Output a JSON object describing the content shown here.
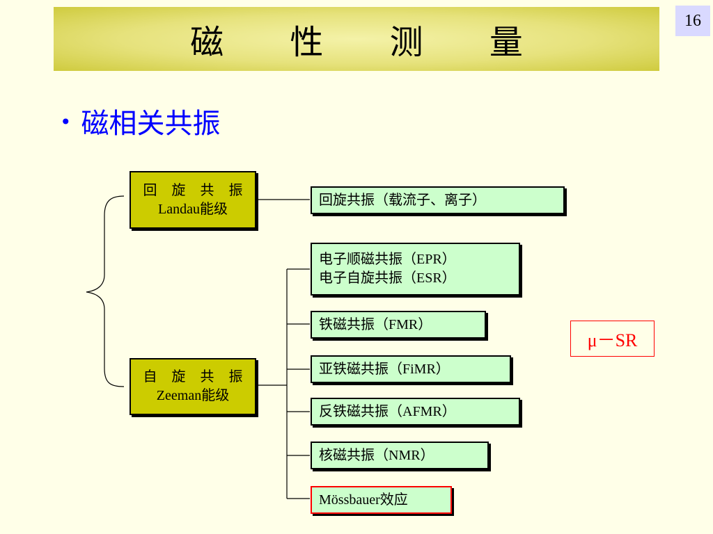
{
  "title": "磁 性 测 量",
  "page_number": "16",
  "bullet": "磁相关共振",
  "cyclotron": {
    "line1": "回 旋 共 振",
    "line2": "Landau能级"
  },
  "spin": {
    "line1": "自 旋 共 振",
    "line2": "Zeeman能级"
  },
  "cyclotron_leaf": "回旋共振（载流子、离子）",
  "leaves": {
    "epr": "电子顺磁共振（EPR）",
    "esr": "电子自旋共振（ESR）",
    "fmr": "铁磁共振（FMR）",
    "fimr": "亚铁磁共振（FiMR）",
    "afmr": "反铁磁共振（AFMR）",
    "nmr": "核磁共振（NMR）",
    "mossbauer": "Mössbauer效应"
  },
  "musr": "μ－SR"
}
